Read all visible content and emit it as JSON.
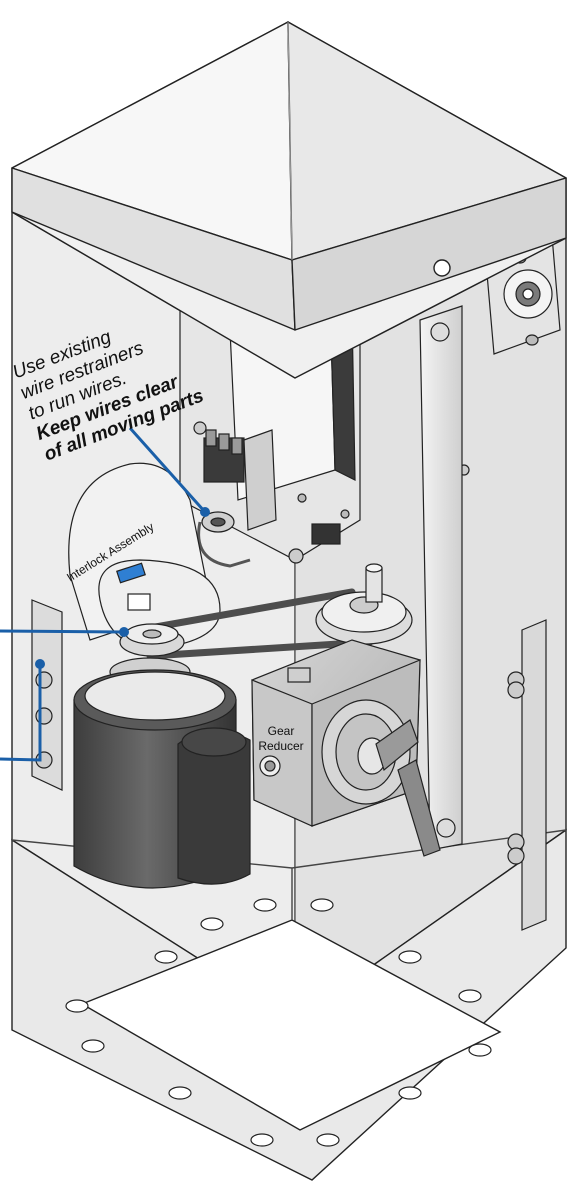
{
  "note": {
    "line1": "Use existing",
    "line2": "wire restrainers",
    "line3": "to run wires.",
    "line4": "Keep wires clear",
    "line5": "of all moving parts"
  },
  "labels": {
    "interlock": "Interlock Assembly",
    "gear_line1": "Gear",
    "gear_line2": "Reducer"
  },
  "colors": {
    "callout_line": "#1a5fa8",
    "interlock_tab": "#2f7fd3",
    "motor_body": "#4a4a4a",
    "housing_fill": "#eeeeee",
    "outline": "#222222"
  }
}
